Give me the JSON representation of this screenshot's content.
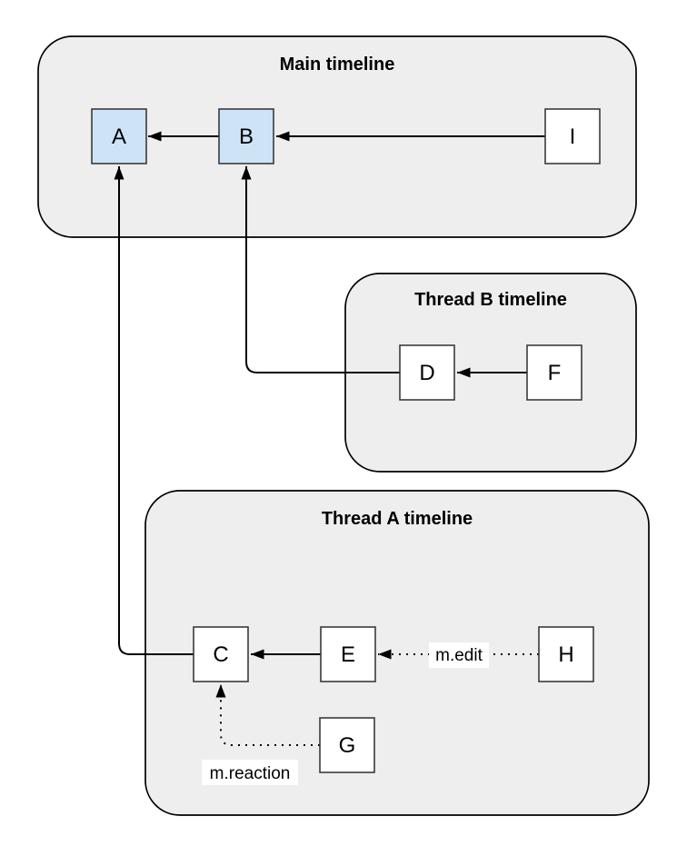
{
  "diagram": {
    "type": "message-thread-dag",
    "colors": {
      "canvas_bg": "#ffffff",
      "container_fill": "#eeeeee",
      "container_border": "#000000",
      "node_fill": "#ffffff",
      "node_highlight_fill": "#cfe3f7",
      "node_border": "#3b3b3b",
      "edge_color": "#000000",
      "edge_label_bg": "#ffffff",
      "text_color": "#000000"
    },
    "containers": [
      {
        "title": "Main timeline",
        "nodes": [
          {
            "label": "A",
            "highlighted": true
          },
          {
            "label": "B",
            "highlighted": true
          },
          {
            "label": "I",
            "highlighted": false
          }
        ]
      },
      {
        "title": "Thread B timeline",
        "nodes": [
          {
            "label": "D",
            "highlighted": false
          },
          {
            "label": "F",
            "highlighted": false
          }
        ]
      },
      {
        "title": "Thread A timeline",
        "nodes": [
          {
            "label": "C",
            "highlighted": false
          },
          {
            "label": "E",
            "highlighted": false
          },
          {
            "label": "H",
            "highlighted": false
          },
          {
            "label": "G",
            "highlighted": false
          }
        ]
      }
    ],
    "edges": [
      {
        "from": "B",
        "to": "A",
        "style": "solid",
        "label": ""
      },
      {
        "from": "I",
        "to": "B",
        "style": "solid",
        "label": ""
      },
      {
        "from": "F",
        "to": "D",
        "style": "solid",
        "label": ""
      },
      {
        "from": "D",
        "to": "B",
        "style": "solid",
        "label": ""
      },
      {
        "from": "E",
        "to": "C",
        "style": "solid",
        "label": ""
      },
      {
        "from": "C",
        "to": "A",
        "style": "solid",
        "label": ""
      },
      {
        "from": "H",
        "to": "E",
        "style": "dotted",
        "label": "m.edit"
      },
      {
        "from": "G",
        "to": "C",
        "style": "dotted",
        "label": "m.reaction"
      }
    ]
  }
}
